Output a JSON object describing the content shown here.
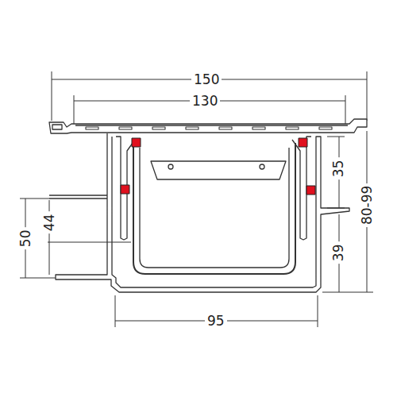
{
  "diagram": {
    "labels": [
      "150",
      "130",
      "35",
      "80-99",
      "44",
      "50",
      "39",
      "95"
    ]
  }
}
